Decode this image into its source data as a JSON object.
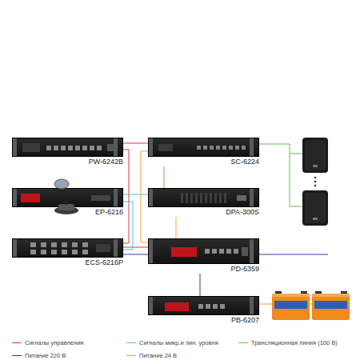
{
  "diagram": {
    "nodes": [
      {
        "text": [
          "PW-6242B"
        ]
      },
      {
        "text": [
          "EP-6216"
        ]
      },
      {
        "text": [
          "ECS-6216P"
        ]
      },
      {
        "text": [
          "SC-6224"
        ]
      },
      {
        "text": [
          "DPA-300S"
        ]
      },
      {
        "text": [
          "PD-6359"
        ]
      },
      {
        "text": [
          "PB-6207"
        ]
      }
    ],
    "edges": [
      {
        "from": 0,
        "to": 3,
        "arrow": "none"
      },
      {
        "from": 0,
        "to": 2,
        "arrow": "none"
      },
      {
        "from": 1,
        "to": 2,
        "arrow": "none"
      },
      {
        "from": 2,
        "to": 5,
        "arrow": "none"
      },
      {
        "from": 1,
        "to": 4,
        "arrow": "none"
      },
      {
        "from": 5,
        "to": 3,
        "arrow": "none"
      },
      {
        "from": 4,
        "to": 3,
        "arrow": "none"
      },
      {
        "from": 5,
        "to": 4,
        "arrow": "none"
      },
      {
        "from": 5,
        "to": 6,
        "arrow": "none"
      },
      {
        "from": 2,
        "to": 5,
        "arrow": "none"
      }
    ],
    "legend": [
      {
        "text": "Сигналы управления"
      },
      {
        "text": "Сигналы микр.и лин. уровня"
      },
      {
        "text": "Трансляционная линия (100 В)"
      },
      {
        "text": "Питание 220 В"
      },
      {
        "text": "Питание 24 В"
      }
    ]
  }
}
